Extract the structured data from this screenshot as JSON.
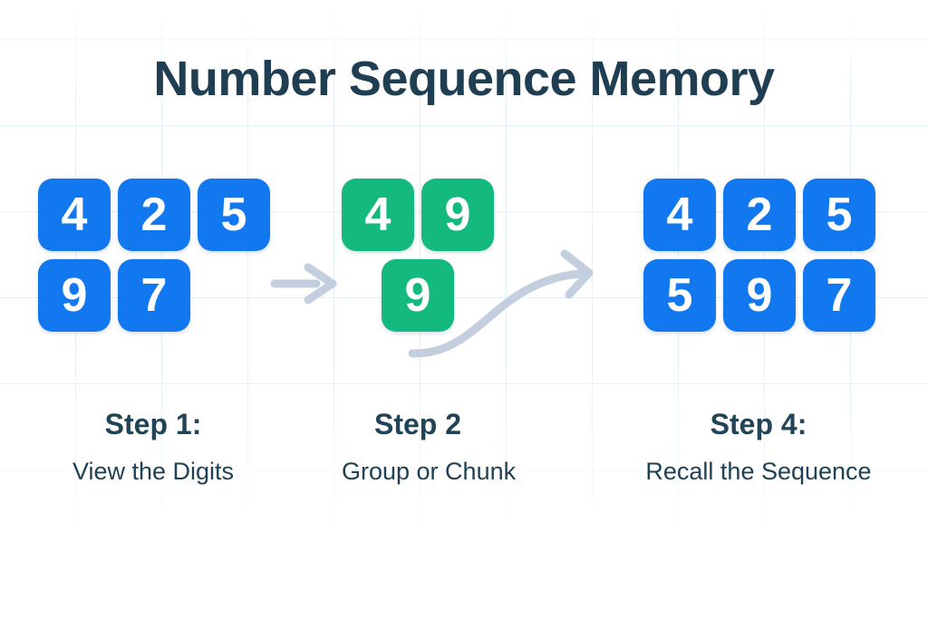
{
  "title": "Number Sequence Memory",
  "colors": {
    "tile_blue": "#1278f0",
    "tile_green": "#14ba7d",
    "arrow": "#c3cfdf",
    "heading_text": "#203e52",
    "grid_line": "#e3f1f8"
  },
  "groups": [
    {
      "name": "view-digits",
      "tile_color": "blue",
      "rows": [
        [
          "4",
          "2",
          "5"
        ],
        [
          "9",
          "7"
        ]
      ],
      "label": "Step 1:",
      "sublabel": "View the Digits"
    },
    {
      "name": "group-chunk",
      "tile_color": "green",
      "rows": [
        [
          "4",
          "9"
        ],
        [
          "9"
        ]
      ],
      "label": "Step 2",
      "sublabel": "Group or Chunk"
    },
    {
      "name": "recall-sequence",
      "tile_color": "blue",
      "rows": [
        [
          "4",
          "2",
          "5"
        ],
        [
          "5",
          "9",
          "7"
        ]
      ],
      "label": "Step 4:",
      "sublabel": "Recall the Sequence"
    }
  ],
  "icons": [
    {
      "name": "arrow-right-icon"
    },
    {
      "name": "s-curve-arrow-icon"
    }
  ]
}
